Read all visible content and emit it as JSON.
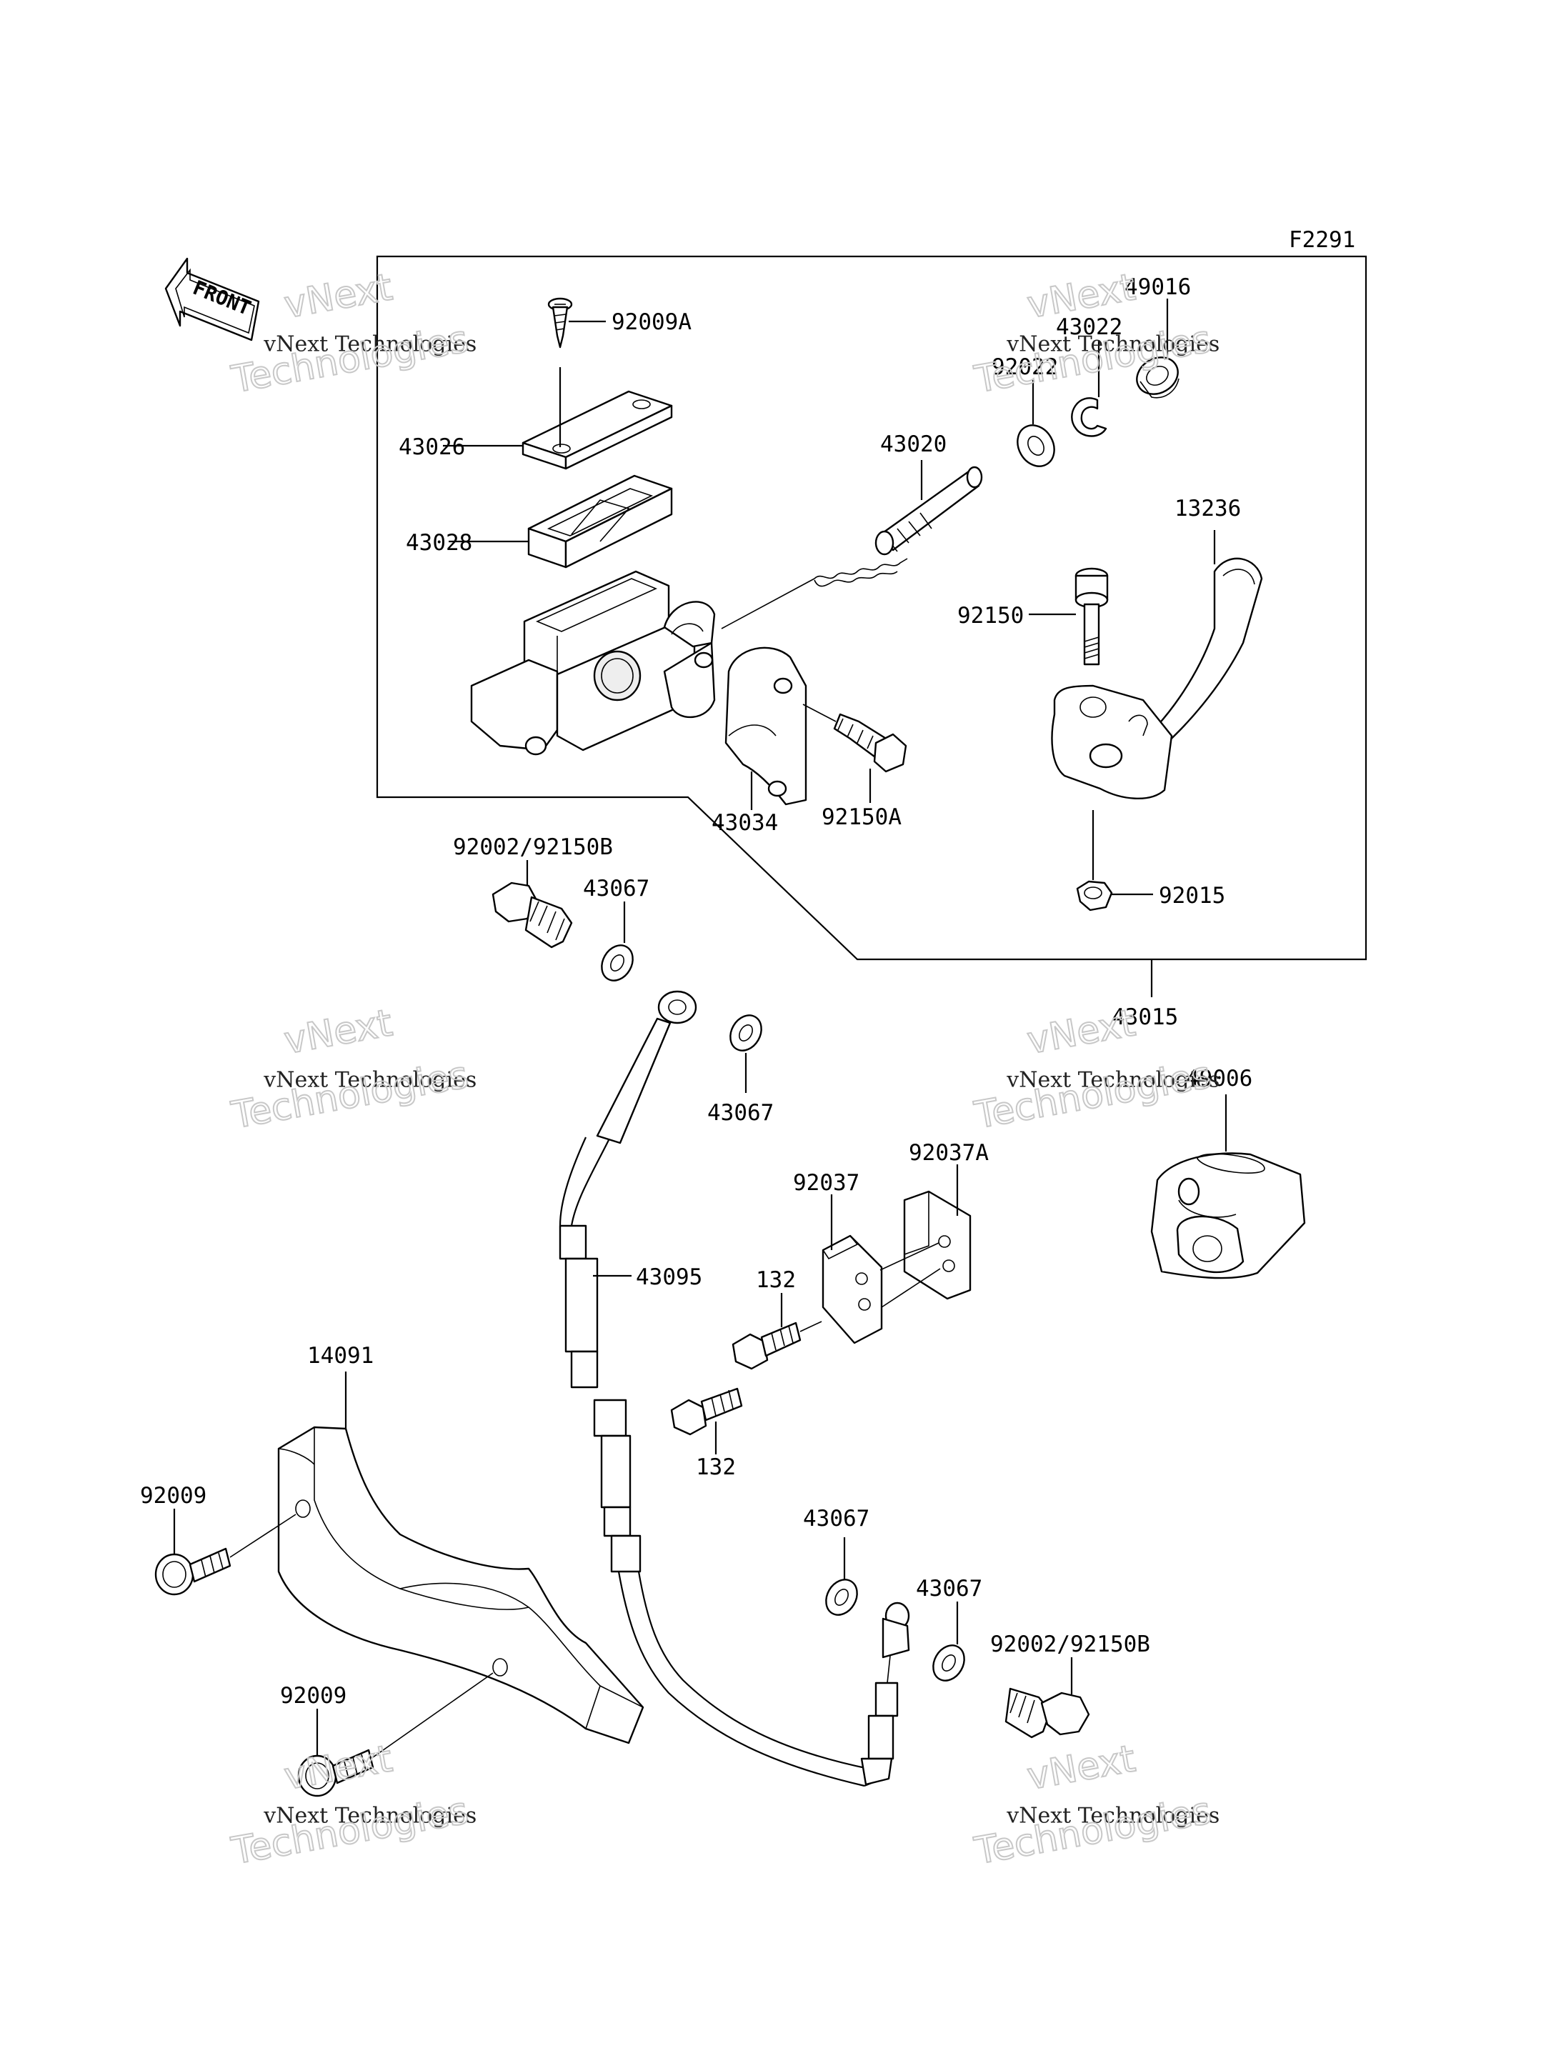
{
  "diagram_code": "F2291",
  "direction_label": "FRONT",
  "watermark": {
    "line1": "vNext",
    "line2": "vNext Technologies",
    "line3": "Technologies"
  },
  "parts": {
    "p92009A": "92009A",
    "p43026": "43026",
    "p43028": "43028",
    "p43020": "43020",
    "p49016": "49016",
    "p43022": "43022",
    "p92022": "92022",
    "p13236": "13236",
    "p92150": "92150",
    "p43034": "43034",
    "p92150A": "92150A",
    "p92015": "92015",
    "p43015": "43015",
    "p92002_top": "92002/92150B",
    "p43067_a": "43067",
    "p43067_b": "43067",
    "p49006": "49006",
    "p92037": "92037",
    "p92037A": "92037A",
    "p43095": "43095",
    "p132_a": "132",
    "p132_b": "132",
    "p14091": "14091",
    "p92009_a": "92009",
    "p92009_b": "92009",
    "p43067_c": "43067",
    "p43067_d": "43067",
    "p92002_bottom": "92002/92150B"
  }
}
